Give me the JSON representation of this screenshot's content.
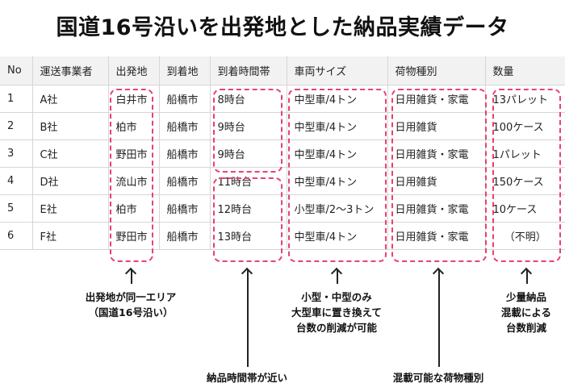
{
  "title": "国道16号沿いを出発地とした納品実績データ",
  "table": {
    "headers": [
      "No",
      "運送事業者",
      "出発地",
      "到着地",
      "到着時間帯",
      "車両サイズ",
      "荷物種別",
      "数量"
    ],
    "rows": [
      [
        "1",
        "A社",
        "白井市",
        "船橋市",
        "8時台",
        "中型車/4トン",
        "日用雑貨・家電",
        "13パレット"
      ],
      [
        "2",
        "B社",
        "柏市",
        "船橋市",
        "9時台",
        "中型車/4トン",
        "日用雑貨",
        "100ケース"
      ],
      [
        "3",
        "C社",
        "野田市",
        "船橋市",
        "9時台",
        "中型車/4トン",
        "日用雑貨・家電",
        "1パレット"
      ],
      [
        "4",
        "D社",
        "流山市",
        "船橋市",
        "11時台",
        "中型車/4トン",
        "日用雑貨",
        "150ケース"
      ],
      [
        "5",
        "E社",
        "柏市",
        "船橋市",
        "12時台",
        "小型車/2〜3トン",
        "日用雑貨・家電",
        "10ケース"
      ],
      [
        "6",
        "F社",
        "野田市",
        "船橋市",
        "13時台",
        "中型車/4トン",
        "日用雑貨・家電",
        "（不明）"
      ]
    ]
  },
  "annotations": {
    "origin_line1": "出発地が同一エリア",
    "origin_line2": "（国道16号沿い）",
    "time": "納品時間帯が近い",
    "vehicle_line1": "小型・中型のみ",
    "vehicle_line2": "大型車に置き換えて",
    "vehicle_line3": "台数の削減が可能",
    "cargo": "混載可能な荷物種別",
    "qty_line1": "少量納品",
    "qty_line2": "混載による",
    "qty_line3": "台数削減"
  },
  "colors": {
    "highlight": "#e8416e",
    "header_bg": "#f2f2f2"
  }
}
